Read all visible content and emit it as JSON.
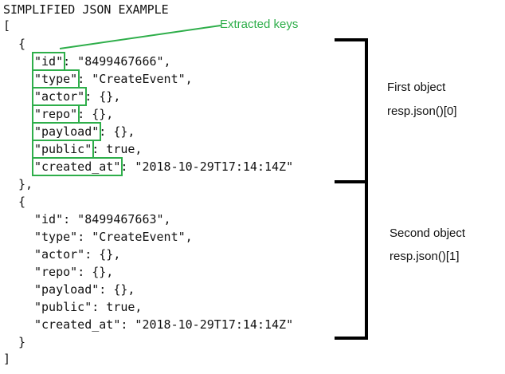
{
  "title": "SIMPLIFIED JSON EXAMPLE",
  "extracted_label": "Extracted keys",
  "colors": {
    "highlight": "#2eae4a",
    "text": "#111111",
    "bracket": "#000000"
  },
  "punct": {
    "open_array": "[",
    "close_array": "]",
    "open_obj": "{",
    "close_obj_comma": "},",
    "close_obj": "}"
  },
  "objects": [
    {
      "label": "First object",
      "accessor": "resp.json()[0]",
      "fields": [
        {
          "key": "\"id\"",
          "rest": ": \"8499467666\","
        },
        {
          "key": "\"type\"",
          "rest": ": \"CreateEvent\","
        },
        {
          "key": "\"actor\"",
          "rest": ": {},"
        },
        {
          "key": "\"repo\"",
          "rest": ": {},"
        },
        {
          "key": "\"payload\"",
          "rest": ": {},"
        },
        {
          "key": "\"public\"",
          "rest": ": true,"
        },
        {
          "key": "\"created_at\"",
          "rest": ": \"2018-10-29T17:14:14Z\""
        }
      ]
    },
    {
      "label": "Second object",
      "accessor": "resp.json()[1]",
      "fields": [
        {
          "key": "\"id\"",
          "rest": ": \"8499467663\","
        },
        {
          "key": "\"type\"",
          "rest": ": \"CreateEvent\","
        },
        {
          "key": "\"actor\"",
          "rest": ": {},"
        },
        {
          "key": "\"repo\"",
          "rest": ": {},"
        },
        {
          "key": "\"payload\"",
          "rest": ": {},"
        },
        {
          "key": "\"public\"",
          "rest": ": true,"
        },
        {
          "key": "\"created_at\"",
          "rest": ": \"2018-10-29T17:14:14Z\""
        }
      ]
    }
  ]
}
